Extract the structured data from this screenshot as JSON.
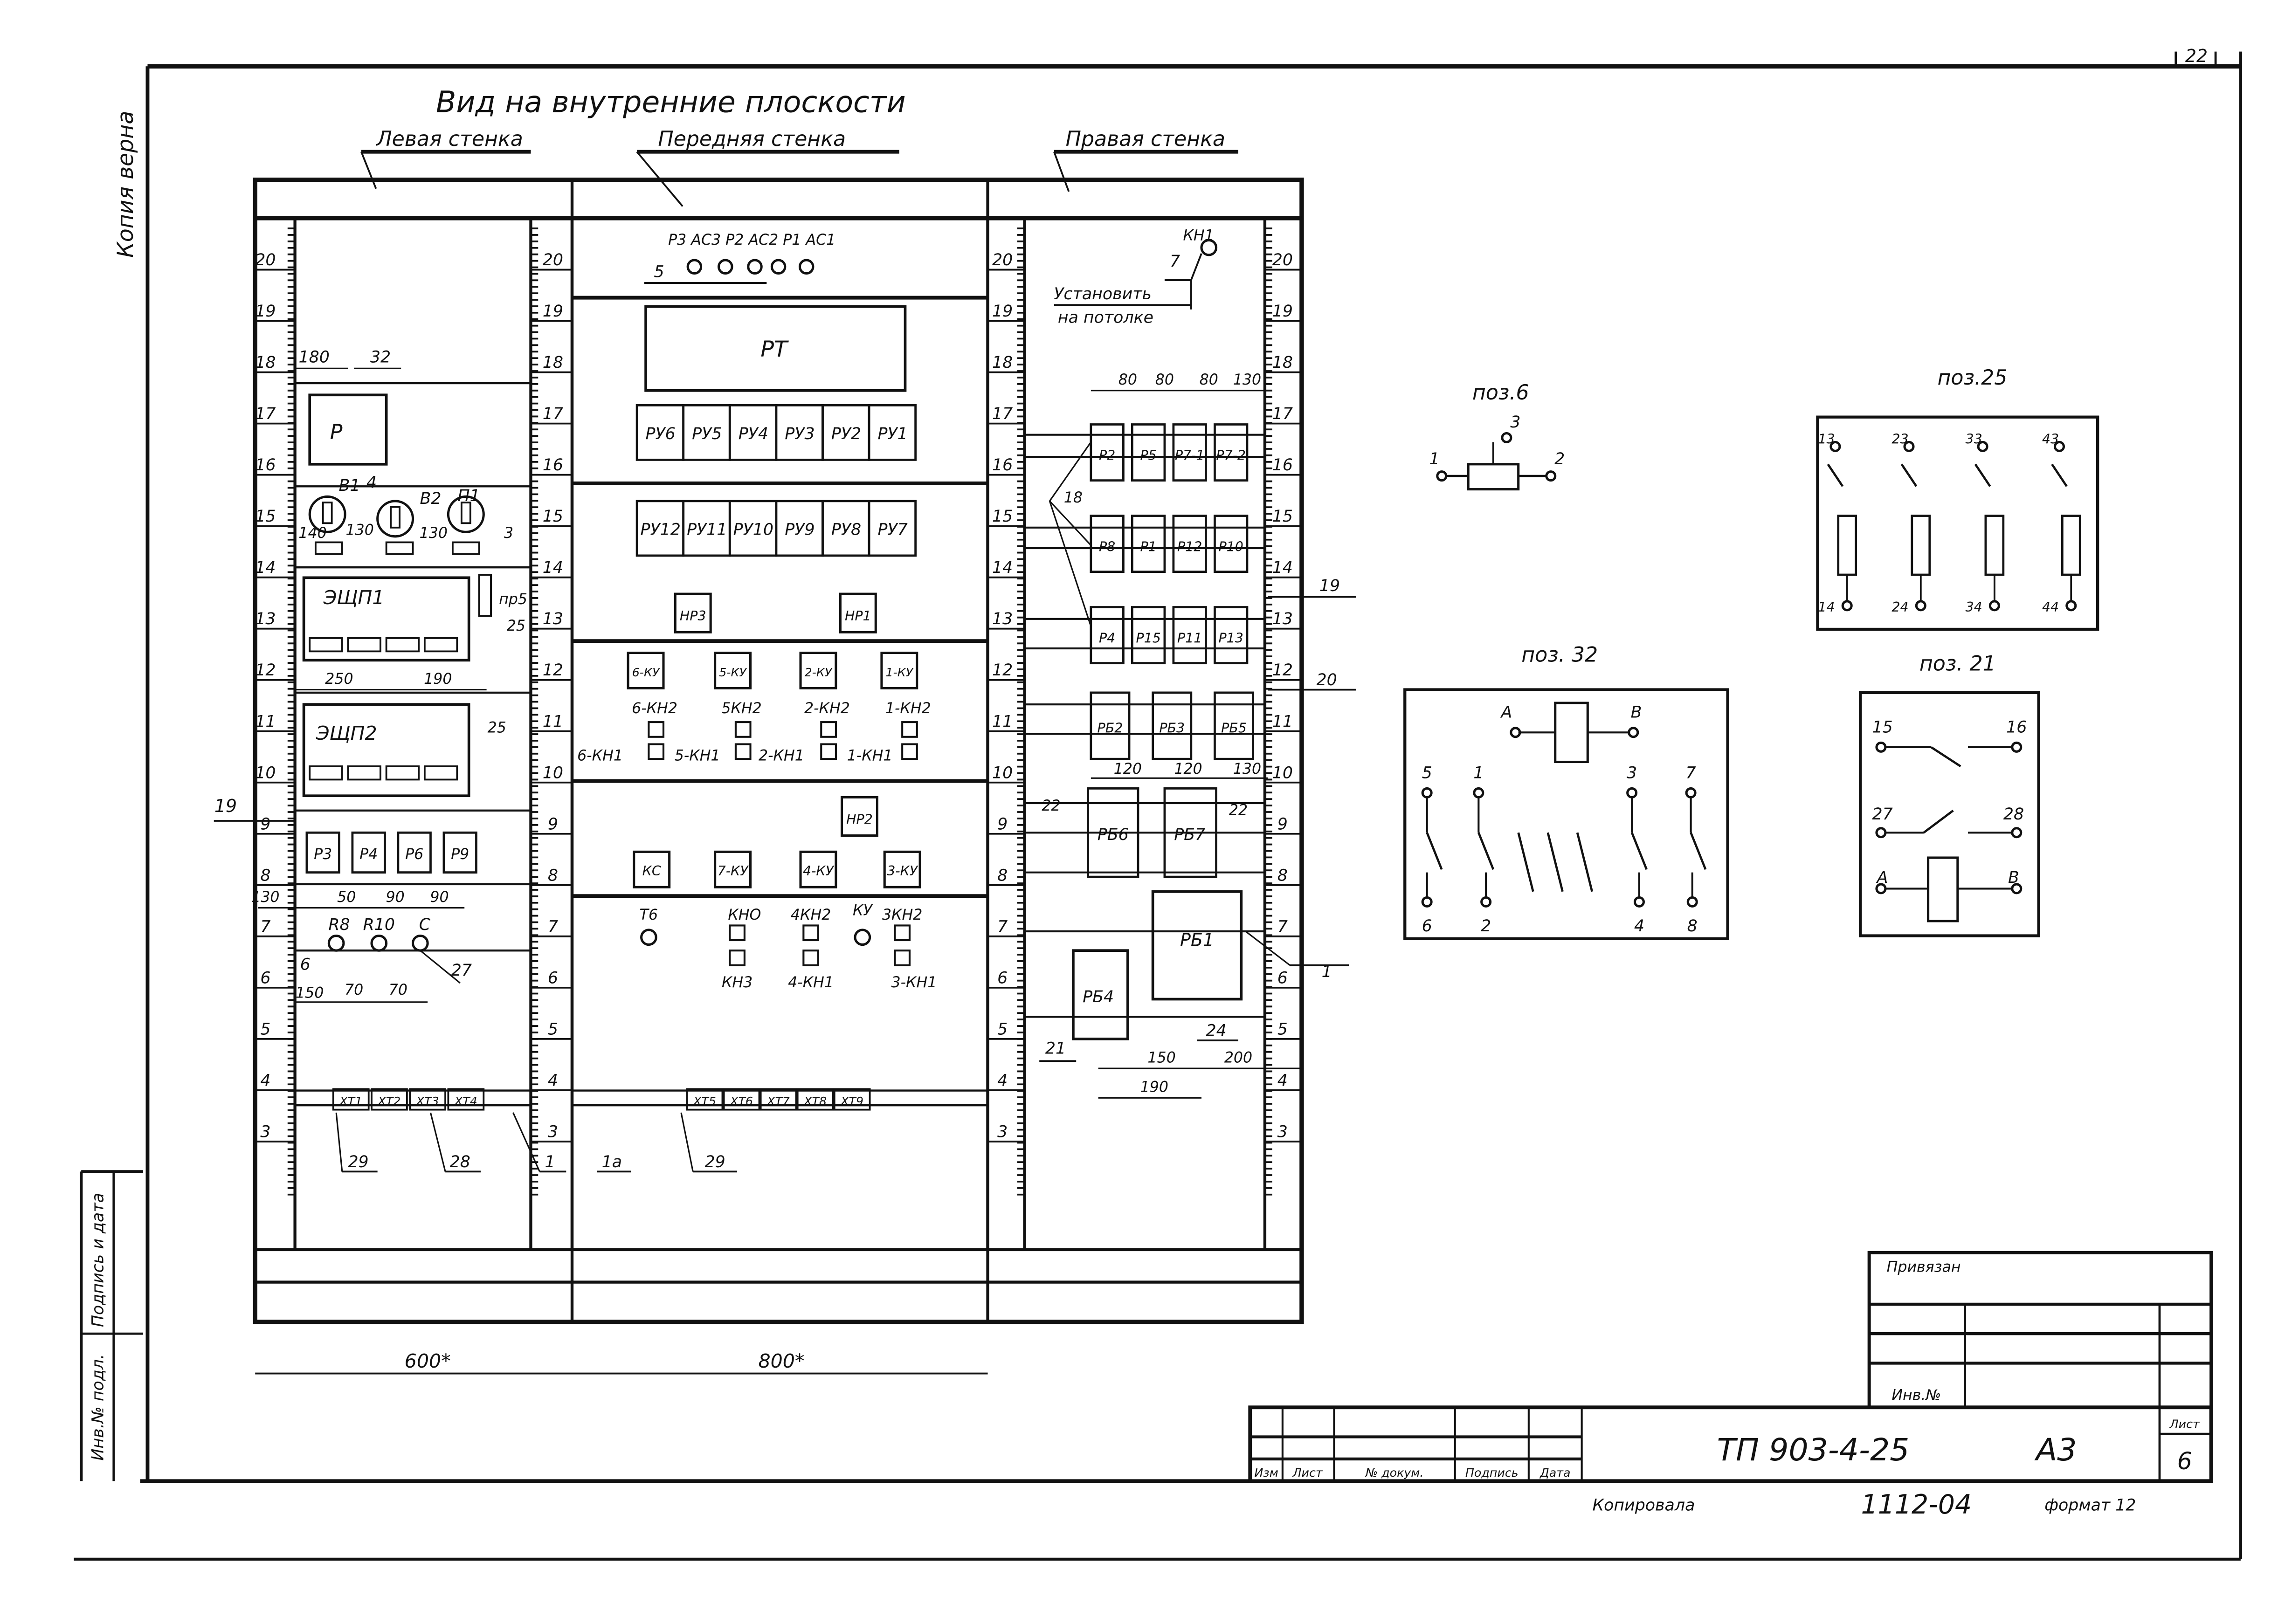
{
  "title": "Вид на внутренние плоскости",
  "margin_note": "Копия верна",
  "sheet_corner": "22",
  "walls": {
    "left": "Левая стенка",
    "front": "Передняя стенка",
    "right": "Правая стенка"
  },
  "scale_ticks": [
    "20",
    "19",
    "18",
    "17",
    "16",
    "15",
    "14",
    "13",
    "12",
    "11",
    "10",
    "9",
    "8",
    "7",
    "6",
    "5",
    "4",
    "3"
  ],
  "dimensions": {
    "left_width": "600*",
    "front_width": "800*"
  },
  "left_wall": {
    "dims_top": [
      "180",
      "32"
    ],
    "relay_p": "Р",
    "switch_labels": [
      "В1",
      "4",
      "В2",
      "П1"
    ],
    "switch_dims": [
      "140",
      "130",
      "130",
      "3"
    ],
    "panel1": "ЭЩП1",
    "panel1_dims": [
      "250",
      "190"
    ],
    "fuse": "пр5",
    "callouts_25": [
      "25",
      "25"
    ],
    "panel2": "ЭЩП2",
    "callout_19": "19",
    "relays": [
      "Р3",
      "Р4",
      "Р6",
      "Р9"
    ],
    "relay_dims": [
      "130",
      "50",
      "90",
      "90"
    ],
    "resistors": [
      "R8",
      "R10",
      "С"
    ],
    "res_callouts": [
      "6",
      "27"
    ],
    "res_dims": [
      "150",
      "70",
      "70"
    ],
    "terminals": [
      "ХТ1",
      "ХТ2",
      "ХТ3",
      "ХТ4"
    ],
    "bottom_callouts": [
      "29",
      "28",
      "1"
    ]
  },
  "front_wall": {
    "lamp_labels": "Р3 АС3 Р2 АС2 Р1 АС1",
    "lamp_callout": "5",
    "rt": "РТ",
    "ru_row1": [
      "РУ6",
      "РУ5",
      "РУ4",
      "РУ3",
      "РУ2",
      "РУ1"
    ],
    "ru_row2": [
      "РУ12",
      "РУ11",
      "РУ10",
      "РУ9",
      "РУ8",
      "РУ7"
    ],
    "nr": [
      "НР3",
      "НР1",
      "НР2"
    ],
    "ku_row": [
      "6-КУ",
      "5-КУ",
      "2-КУ",
      "1-КУ"
    ],
    "kn2_row": [
      "6-КН2",
      "5КН2",
      "2-КН2",
      "1-КН2"
    ],
    "kn1_row": [
      "6-КН1",
      "5-КН1",
      "2-КН1",
      "1-КН1"
    ],
    "ku_row2": [
      "КС",
      "7-КУ",
      "4-КУ",
      "3-КУ"
    ],
    "bottom_top_labels": [
      "Т6",
      "КНО",
      "4КН2",
      "КУ",
      "3КН2"
    ],
    "bottom_low_labels": [
      "КН3",
      "4-КН1",
      "3-КН1"
    ],
    "terminals": [
      "ХТ5",
      "ХТ6",
      "ХТ7",
      "ХТ8",
      "ХТ9"
    ],
    "bottom_callouts": [
      "1а",
      "29"
    ]
  },
  "right_wall": {
    "lamp": "КН1",
    "lamp_callout": "7",
    "note": [
      "Установить",
      "на потолке"
    ],
    "dims_top": [
      "80",
      "80",
      "80",
      "130"
    ],
    "row1": [
      "Р2",
      "Р5",
      "Р7-1",
      "Р7-2"
    ],
    "callout_18": "18",
    "row2": [
      "Р8",
      "Р1",
      "Р12",
      "Р10"
    ],
    "callout_19": "19",
    "row3": [
      "Р4",
      "Р15",
      "Р11",
      "Р13"
    ],
    "callout_20": "20",
    "row4": [
      "РБ2",
      "РБ3",
      "РБ5"
    ],
    "row4_dims": [
      "120",
      "120",
      "130"
    ],
    "row5": [
      "РБ6",
      "РБ7"
    ],
    "callouts_22": [
      "22",
      "22"
    ],
    "rb1": "РБ1",
    "rb4": "РБ4",
    "callouts_low": [
      "1",
      "21",
      "24"
    ],
    "dims_low": [
      "150",
      "200",
      "190"
    ]
  },
  "details": {
    "poz6": {
      "title": "поз.6",
      "pins": [
        "1",
        "3",
        "2"
      ]
    },
    "poz25": {
      "title": "поз.25",
      "pins_top": [
        "13",
        "23",
        "33",
        "43"
      ],
      "pins_bottom": [
        "14",
        "24",
        "34",
        "44"
      ]
    },
    "poz32": {
      "title": "поз. 32",
      "coil": [
        "А",
        "В"
      ],
      "pins_top": [
        "5",
        "1",
        "3",
        "7"
      ],
      "pins_bottom": [
        "6",
        "2",
        "4",
        "8"
      ]
    },
    "poz21": {
      "title": "поз. 21",
      "pins": [
        "15",
        "16",
        "27",
        "28",
        "А",
        "В"
      ]
    }
  },
  "title_block": {
    "privyazan": "Привязан",
    "inv": "Инв.№",
    "headers": [
      "Изм",
      "Лист",
      "№ докум.",
      "Подпись",
      "Дата"
    ],
    "designation": "ТП 903-4-25",
    "album": "А3",
    "sheet_label": "Лист",
    "sheet_number": "6",
    "copied": "Копировала",
    "order": "1112-04",
    "format": "формат 12"
  },
  "side_stamps": [
    "Инв.№ подл.",
    "Подпись и дата"
  ]
}
